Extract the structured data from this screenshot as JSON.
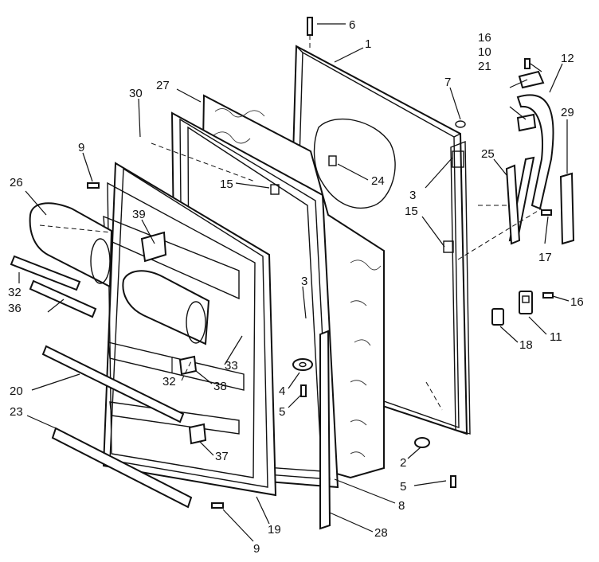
{
  "callouts": [
    {
      "id": "c6a",
      "label": "6"
    },
    {
      "id": "c1",
      "label": "1"
    },
    {
      "id": "c16a",
      "label": "16"
    },
    {
      "id": "c10",
      "label": "10"
    },
    {
      "id": "c21",
      "label": "21"
    },
    {
      "id": "c12",
      "label": "12"
    },
    {
      "id": "c7",
      "label": "7"
    },
    {
      "id": "c29",
      "label": "29"
    },
    {
      "id": "c27",
      "label": "27"
    },
    {
      "id": "c30",
      "label": "30"
    },
    {
      "id": "c24",
      "label": "24"
    },
    {
      "id": "c25",
      "label": "25"
    },
    {
      "id": "c9a",
      "label": "9"
    },
    {
      "id": "c15a",
      "label": "15"
    },
    {
      "id": "c3a",
      "label": "3"
    },
    {
      "id": "c15b",
      "label": "15"
    },
    {
      "id": "c26",
      "label": "26"
    },
    {
      "id": "c39",
      "label": "39"
    },
    {
      "id": "c17",
      "label": "17"
    },
    {
      "id": "c3b",
      "label": "3"
    },
    {
      "id": "c16b",
      "label": "16"
    },
    {
      "id": "c32a",
      "label": "32"
    },
    {
      "id": "c36",
      "label": "36"
    },
    {
      "id": "c11",
      "label": "11"
    },
    {
      "id": "c18",
      "label": "18"
    },
    {
      "id": "c33",
      "label": "33"
    },
    {
      "id": "c32b",
      "label": "32"
    },
    {
      "id": "c38",
      "label": "38"
    },
    {
      "id": "c20",
      "label": "20"
    },
    {
      "id": "c4",
      "label": "4"
    },
    {
      "id": "c5a",
      "label": "5"
    },
    {
      "id": "c23",
      "label": "23"
    },
    {
      "id": "c37",
      "label": "37"
    },
    {
      "id": "c2",
      "label": "2"
    },
    {
      "id": "c5b",
      "label": "5"
    },
    {
      "id": "c8",
      "label": "8"
    },
    {
      "id": "c19",
      "label": "19"
    },
    {
      "id": "c28",
      "label": "28"
    },
    {
      "id": "c9b",
      "label": "9"
    }
  ]
}
